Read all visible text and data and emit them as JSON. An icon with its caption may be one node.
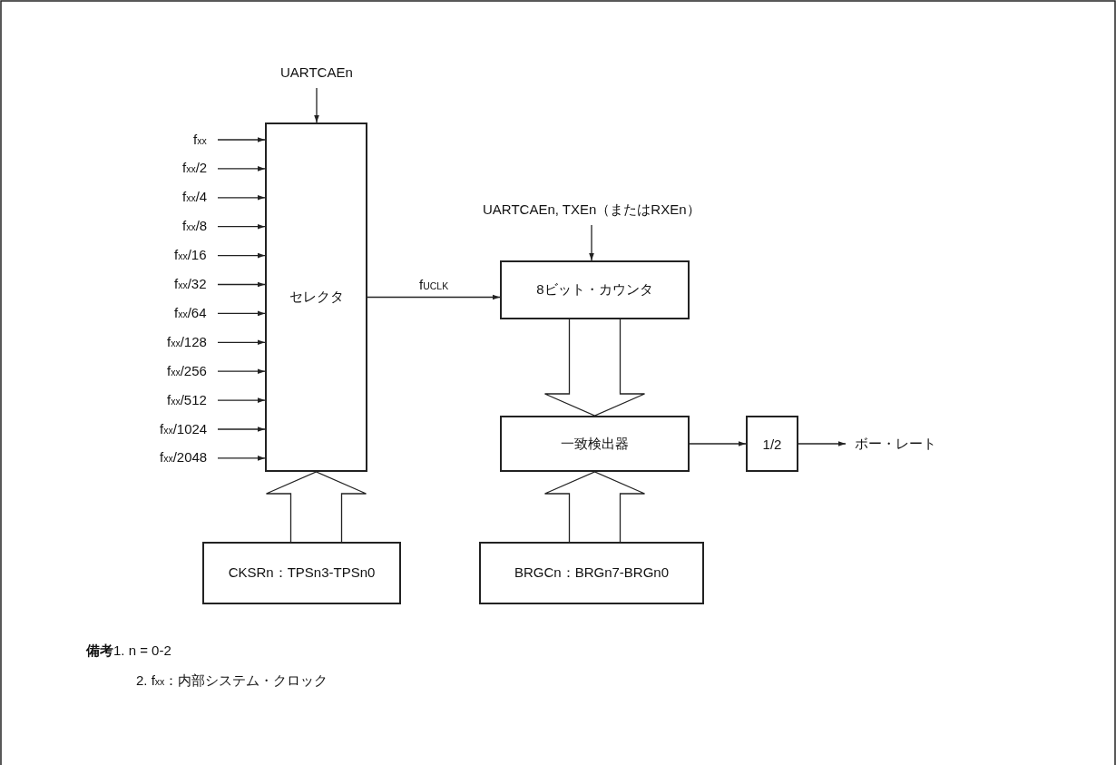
{
  "diagram": {
    "nodes": [
      {
        "text": [
          "セレクタ"
        ]
      },
      {
        "text": [
          "8ビット・カウンタ"
        ]
      },
      {
        "text": [
          "一致検出器"
        ]
      },
      {
        "text": [
          "1/2"
        ]
      },
      {
        "text": [
          "CKSRn：TPSn3-TPSn0"
        ]
      },
      {
        "text": [
          "BRGCn：BRGn7-BRGn0"
        ]
      },
      {
        "text": [
          "UARTCAEn"
        ]
      },
      {
        "text": [
          "f$_{xx}$"
        ]
      },
      {
        "text": [
          "f$_{xx}$/2"
        ]
      },
      {
        "text": [
          "f$_{xx}$/4"
        ]
      },
      {
        "text": [
          "f$_{xx}$/8"
        ]
      },
      {
        "text": [
          "f$_{xx}$/16"
        ]
      },
      {
        "text": [
          "f$_{xx}$/32"
        ]
      },
      {
        "text": [
          "f$_{xx}$/64"
        ]
      },
      {
        "text": [
          "f$_{xx}$/128"
        ]
      },
      {
        "text": [
          "f$_{xx}$/256"
        ]
      },
      {
        "text": [
          "f$_{xx}$/512"
        ]
      },
      {
        "text": [
          "f$_{xx}$/1024"
        ]
      },
      {
        "text": [
          "f$_{xx}$/2048"
        ]
      },
      {
        "text": [
          "UARTCAEn, TXEn（またはRXEn）"
        ]
      },
      {
        "text": [
          "ボー・レート"
        ]
      }
    ],
    "edges": [
      {
        "from": 6,
        "to": 0,
        "arrow": "to"
      },
      {
        "from": 7,
        "to": 0,
        "arrow": "to"
      },
      {
        "from": 8,
        "to": 0,
        "arrow": "to"
      },
      {
        "from": 9,
        "to": 0,
        "arrow": "to"
      },
      {
        "from": 10,
        "to": 0,
        "arrow": "to"
      },
      {
        "from": 11,
        "to": 0,
        "arrow": "to"
      },
      {
        "from": 12,
        "to": 0,
        "arrow": "to"
      },
      {
        "from": 13,
        "to": 0,
        "arrow": "to"
      },
      {
        "from": 14,
        "to": 0,
        "arrow": "to"
      },
      {
        "from": 15,
        "to": 0,
        "arrow": "to"
      },
      {
        "from": 16,
        "to": 0,
        "arrow": "to"
      },
      {
        "from": 17,
        "to": 0,
        "arrow": "to"
      },
      {
        "from": 18,
        "to": 0,
        "arrow": "to"
      },
      {
        "from": 0,
        "to": 1,
        "arrow": "to",
        "label": "f$_{UCLK}$"
      },
      {
        "from": 19,
        "to": 1,
        "arrow": "to"
      },
      {
        "from": 1,
        "to": 2,
        "arrow": "to",
        "style": "thick"
      },
      {
        "from": 4,
        "to": 0,
        "arrow": "to",
        "style": "thick"
      },
      {
        "from": 5,
        "to": 2,
        "arrow": "to",
        "style": "thick"
      },
      {
        "from": 2,
        "to": 3,
        "arrow": "to"
      },
      {
        "from": 3,
        "to": 20,
        "arrow": "to"
      }
    ],
    "labels": [
      "**備考**1. n = 0-2",
      "2. f$_{xx}$：内部システム・クロック"
    ]
  }
}
